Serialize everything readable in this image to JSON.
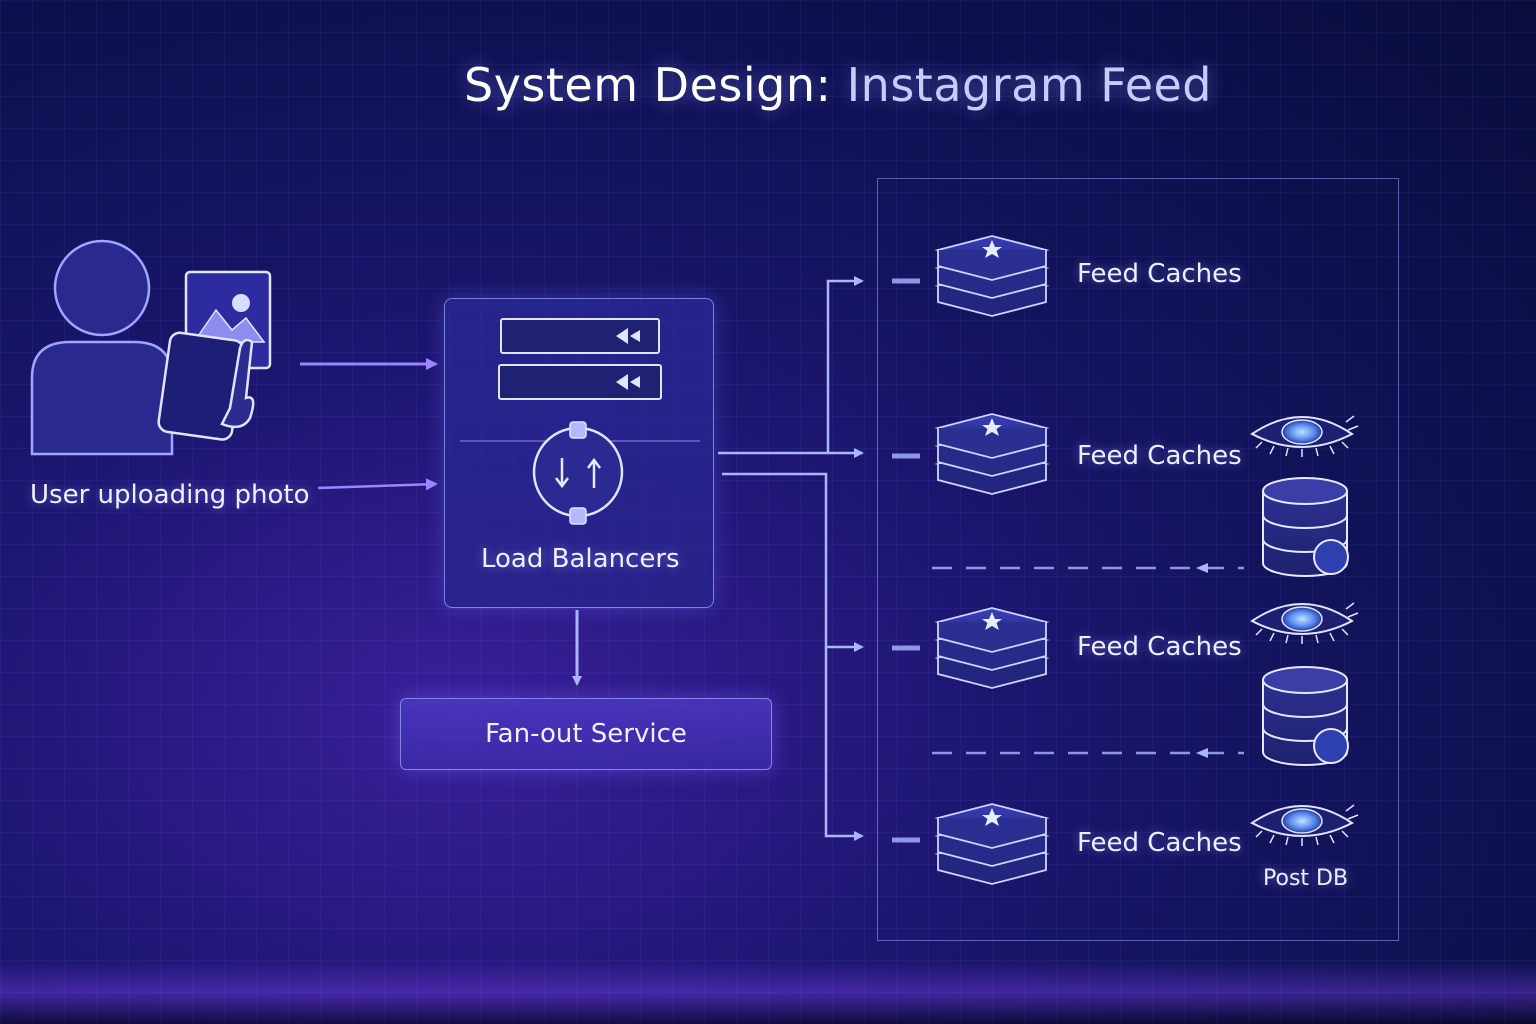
{
  "title": {
    "part1": "System Design:",
    "part2": " Instagram Feed"
  },
  "user": {
    "label": "User uploading photo"
  },
  "load_balancer": {
    "label": "Load Balancers"
  },
  "fanout": {
    "label": "Fan-out Service"
  },
  "feed_caches": [
    {
      "label": "Feed Caches"
    },
    {
      "label": "Feed Caches"
    },
    {
      "label": "Feed Caches"
    },
    {
      "label": "Feed Caches"
    }
  ],
  "post_db": {
    "label": "Post DB"
  },
  "colors": {
    "accent": "#8a7dff",
    "line": "#a9b6ff",
    "background": "#141565"
  }
}
